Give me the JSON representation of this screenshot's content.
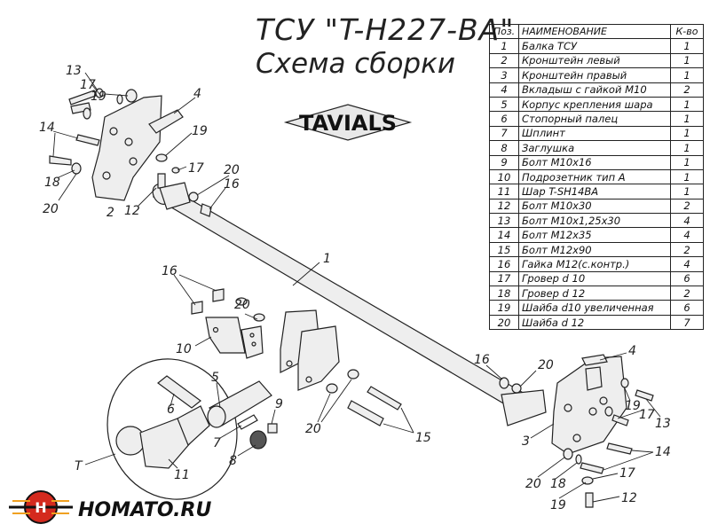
{
  "header": {
    "title_line1": "ТСУ \"T-H227-BA\"",
    "title_line2": "Схема сборки"
  },
  "brand": {
    "logo_text": "TAVIALS",
    "watermark_text": "HOMATO.RU"
  },
  "parts_table": {
    "columns": [
      "Поз.",
      "НАИМЕНОВАНИЕ",
      "К-во"
    ],
    "rows": [
      [
        "1",
        "Балка ТСУ",
        "1"
      ],
      [
        "2",
        "Кронштейн левый",
        "1"
      ],
      [
        "3",
        "Кронштейн правый",
        "1"
      ],
      [
        "4",
        "Вкладыш с гайкой М10",
        "2"
      ],
      [
        "5",
        "Корпус крепления шара",
        "1"
      ],
      [
        "6",
        "Стопорный палец",
        "1"
      ],
      [
        "7",
        "Шплинт",
        "1"
      ],
      [
        "8",
        "Заглушка",
        "1"
      ],
      [
        "9",
        "Болт М10х16",
        "1"
      ],
      [
        "10",
        "Подрозетник тип А",
        "1"
      ],
      [
        "11",
        "Шар T-SH14BA",
        "1"
      ],
      [
        "12",
        "Болт М10х30",
        "2"
      ],
      [
        "13",
        "Болт М10х1,25х30",
        "4"
      ],
      [
        "14",
        "Болт М12х35",
        "4"
      ],
      [
        "15",
        "Болт М12х90",
        "2"
      ],
      [
        "16",
        "Гайка М12(с.контр.)",
        "4"
      ],
      [
        "17",
        "Гровер d 10",
        "6"
      ],
      [
        "18",
        "Гровер d 12",
        "2"
      ],
      [
        "19",
        "Шайба d10 увеличенная",
        "6"
      ],
      [
        "20",
        "Шайба d 12",
        "7"
      ]
    ]
  },
  "callouts": {
    "c13a": "13",
    "c17a": "17",
    "c19a": "19",
    "c4a": "4",
    "c14a": "14",
    "c18a": "18",
    "c20a": "20",
    "c2": "2",
    "c19b": "19",
    "c17b": "17",
    "c20b": "20",
    "c16a": "16",
    "c12a": "12",
    "c1": "1",
    "c16b": "16",
    "c20c": "20",
    "c10": "10",
    "c5": "5",
    "c6": "6",
    "c9": "9",
    "c7": "7",
    "c8": "8",
    "c11": "11",
    "cT": "T",
    "c20d": "20",
    "c15": "15",
    "c16c": "16",
    "c20e": "20",
    "c4b": "4",
    "c19c": "19",
    "c17c": "17",
    "c13b": "13",
    "c3": "3",
    "c14b": "14",
    "c20f": "20",
    "c18b": "18",
    "c17d": "17",
    "c19d": "19",
    "c12b": "12"
  },
  "colors": {
    "ink": "#222222",
    "part_fill": "#eeeeee",
    "brand_red": "#d42a1e",
    "brand_orange": "#f0a020"
  }
}
